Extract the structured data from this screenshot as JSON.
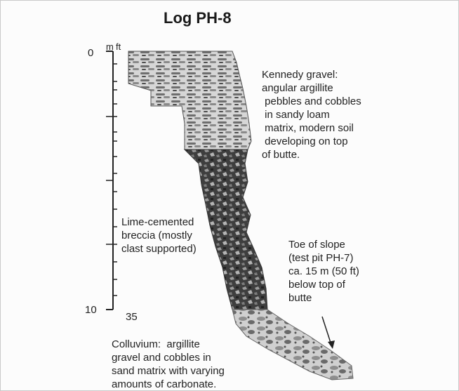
{
  "figure": {
    "title": "Log PH-8",
    "scale": {
      "unit_m": "m",
      "unit_ft": "ft",
      "label_top_m": "0",
      "label_bottom_m": "10",
      "label_bottom_ft": "35"
    },
    "annotations": {
      "kennedy": "Kennedy gravel:\nangular argillite\n pebbles and cobbles\n in sandy loam\n matrix, modern soil\n developing on top\nof butte.",
      "breccia": "Lime-cemented\nbreccia (mostly\nclast supported)",
      "toe": "Toe of slope\n(test pit PH-7)\nca. 15 m (50 ft)\nbelow top of\nbutte",
      "colluvium": "Colluvium:  argillite\ngravel and cobbles in\nsand matrix with varying\namounts of carbonate."
    }
  }
}
